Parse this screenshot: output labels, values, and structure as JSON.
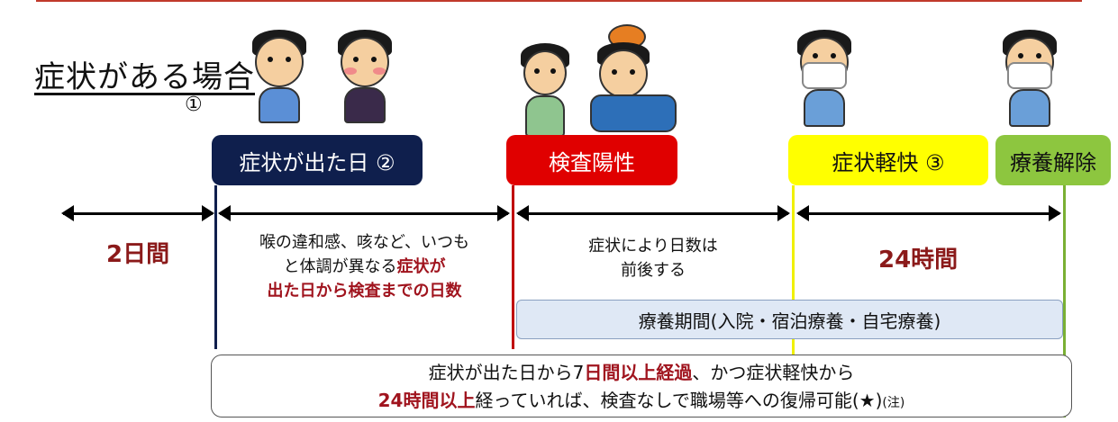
{
  "title": "症状がある場合",
  "title_note": "①",
  "stages": [
    {
      "label": "症状が出た日 ②",
      "bg": "#0f1f4d",
      "fg": "#ffffff"
    },
    {
      "label": "検査陽性",
      "bg": "#e00000",
      "fg": "#ffffff"
    },
    {
      "label": "症状軽快 ③",
      "bg": "#ffff00",
      "fg": "#111111"
    },
    {
      "label": "療養解除",
      "bg": "#8dc63f",
      "fg": "#111111"
    }
  ],
  "intervals": {
    "before": "2日間",
    "onset_to_test": {
      "pre": "喉の違和感、咳など、いつも",
      "pre2": "と体調が異なる",
      "emph": "症状が",
      "emph2": "出た日から検査までの日数"
    },
    "test_to_relief": {
      "line1": "症状により日数は",
      "line2": "前後する"
    },
    "after_relief": "24時間"
  },
  "period_label": "療養期間(入院・宿泊療養・自宅療養)",
  "bottom": {
    "l1_a": "症状が出た日から7",
    "l1_b": "日間以上経過",
    "l1_c": "、かつ症状軽快から",
    "l2_a": "24時間以上",
    "l2_b": "経っていれば、検査なしで職場等への復帰可能(★)",
    "l2_note": "(注)"
  },
  "colors": {
    "navy": "#0f1f4d",
    "red": "#e00000",
    "yellow": "#ffff00",
    "green": "#8dc63f",
    "dark_red": "#8b1a1a"
  }
}
